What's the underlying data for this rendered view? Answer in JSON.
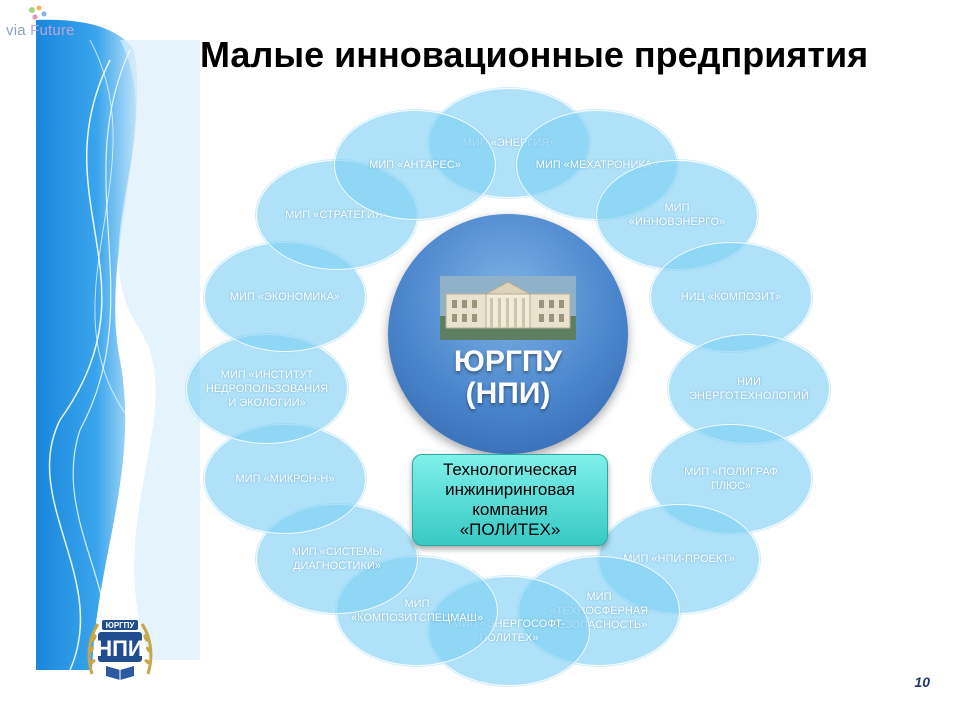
{
  "brand": {
    "text_left": "via",
    "text_right": "Future"
  },
  "title": "Малые инновационные предприятия",
  "center": {
    "label_line1": "ЮРГПУ",
    "label_line2": "(НПИ)"
  },
  "tech_company": {
    "line1": "Технологическая",
    "line2": "инжиниринговая",
    "line3": "компания",
    "line4": "«ПОЛИТЕХ»"
  },
  "petals": [
    {
      "label": "МИП «ЭНЕРГИЯ»"
    },
    {
      "label": "МИП «МЕХАТРОНИКА»"
    },
    {
      "label": "МИП «ИННОВЭНЕРГО»"
    },
    {
      "label": "НИЦ «КОМПОЗИТ»"
    },
    {
      "label": "НИИ ЭНЕРГОТЕХНОЛОГИЙ"
    },
    {
      "label": "МИП «ПОЛИГРАФ ПЛЮС»"
    },
    {
      "label": "МИП «НПИ-ПРОЕКТ»"
    },
    {
      "label": "МИП «ТЕХНОСФЕРНАЯ БЕЗОПАСНОСТЬ»"
    },
    {
      "label": "МИП «ЭНЕРГОСОФТ-ПОЛИТЕХ»"
    },
    {
      "label": "МИП «КОМПОЗИТСПЕЦМАШ»"
    },
    {
      "label": "МИП «СИСТЕМЫ ДИАГНОСТИКИ»"
    },
    {
      "label": "МИП «МИКРОН-Н»"
    },
    {
      "label": "МИП «ИНСТИТУТ НЕДРОПОЛЬЗОВАНИЯ И ЭКОЛОГИИ»"
    },
    {
      "label": "МИП «ЭКОНОМИКА»"
    },
    {
      "label": "МИП «СТРАТЕГИЯ»"
    },
    {
      "label": "МИП «АНТАРЕС»"
    }
  ],
  "logo": {
    "top_text": "ЮРГПУ",
    "main_text": "НПИ"
  },
  "page_number": "10",
  "colors": {
    "petal": "#7ecff4",
    "center": "#4a85cc",
    "tech_box": "#5cdcd6",
    "band": "#1e8ee0"
  }
}
